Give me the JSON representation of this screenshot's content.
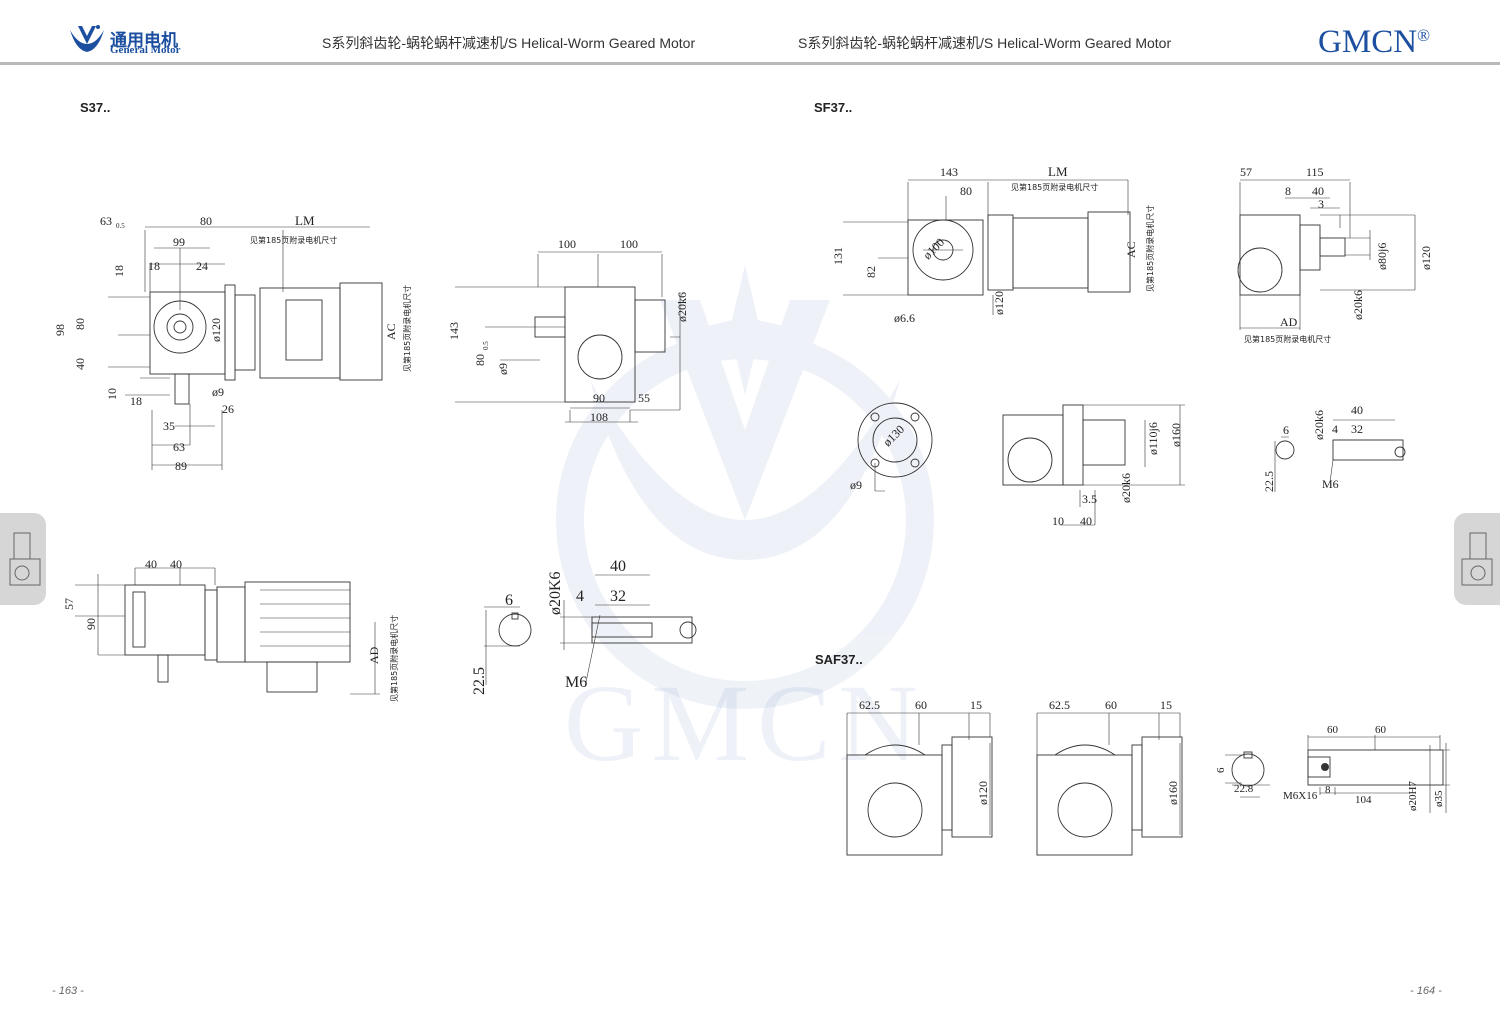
{
  "header": {
    "logo_cn": "通用电机",
    "logo_en": "General Motor",
    "title_left": "S系列斜齿轮-蜗轮蜗杆减速机/S Helical-Worm  Geared Motor",
    "title_right": "S系列斜齿轮-蜗轮蜗杆减速机/S Helical-Worm  Geared Motor",
    "brand": "GMCN",
    "brand_mark": "®"
  },
  "watermark": "GMCN",
  "pages": {
    "left": "- 163 -",
    "right": "- 164 -"
  },
  "motor_note": "见第185页附录电机尺寸",
  "sections": {
    "s37": {
      "model": "S37..",
      "front_dims": [
        "63",
        "0.5",
        "80",
        "LM",
        "99",
        "18",
        "24",
        "18",
        "98",
        "80",
        "40",
        "ø120",
        "AC",
        "10",
        "ø9",
        "18",
        "26",
        "35",
        "63",
        "89"
      ],
      "side_dims": [
        "100",
        "100",
        "143",
        "ø20k6",
        "80",
        "0.5",
        "ø9",
        "90",
        "55",
        "108"
      ],
      "top_dims": [
        "40",
        "40",
        "57",
        "90",
        "AD"
      ],
      "key_dims": [
        "6",
        "22.5",
        "ø20K6",
        "40",
        "4",
        "32",
        "M6"
      ]
    },
    "sf37": {
      "model": "SF37..",
      "front_dims": [
        "143",
        "LM",
        "80",
        "131",
        "82",
        "ø100",
        "AC",
        "ø6.6",
        "ø120"
      ],
      "side_dims": [
        "57",
        "115",
        "8",
        "40",
        "3",
        "ø80j6",
        "ø120",
        "ø20k6",
        "AD"
      ],
      "flange_dims": [
        "ø130",
        "ø9"
      ],
      "front2_dims": [
        "ø110j6",
        "ø160",
        "ø20k6",
        "3.5",
        "10",
        "40"
      ],
      "key_dims": [
        "6",
        "ø20k6",
        "40",
        "4",
        "32",
        "22.5",
        "M6"
      ]
    },
    "saf37": {
      "model": "SAF37..",
      "view1_dims": [
        "62.5",
        "60",
        "15",
        "ø120"
      ],
      "view2_dims": [
        "62.5",
        "60",
        "15",
        "ø160"
      ],
      "key_dims": [
        "6",
        "22.8"
      ],
      "shaft_dims": [
        "60",
        "60",
        "M6X16",
        "8",
        "104",
        "ø20H7",
        "ø35"
      ]
    }
  }
}
